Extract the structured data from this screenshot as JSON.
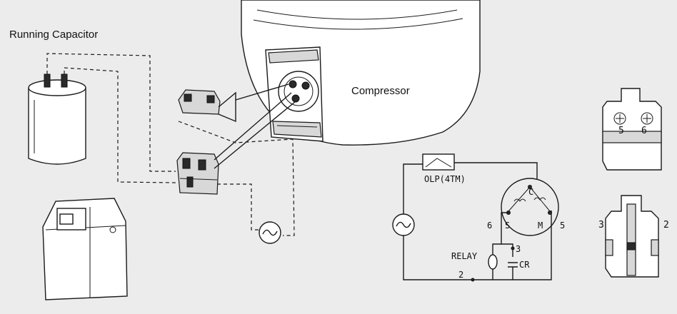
{
  "labels": {
    "running_capacitor": "Running Capacitor",
    "compressor": "Compressor",
    "olp": "OLP(4TM)",
    "relay": "RELAY",
    "cr": "CR",
    "term_c": "C",
    "term_s": "S",
    "term_m": "M",
    "num_6": "6",
    "num_5": "5",
    "num_3": "3",
    "num_2": "2",
    "relay_top_5": "5",
    "relay_top_6": "6",
    "relay_side_3": "3",
    "relay_side_2": "2"
  },
  "icons": [
    "capacitor",
    "relay-cover",
    "compressor-shell",
    "overload-protector",
    "ptc-relay",
    "ac-source",
    "motor-winding",
    "relay-top-view",
    "relay-side-view"
  ],
  "colors": {
    "background": "#ececec",
    "line": "#1a1a1a"
  }
}
